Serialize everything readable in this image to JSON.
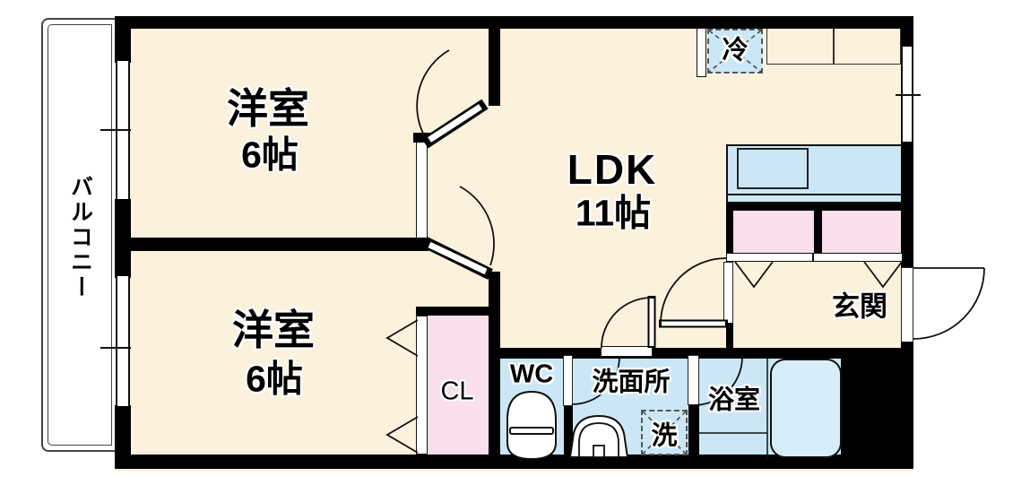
{
  "labels": {
    "balcony": "バルコニー",
    "bedroom_top": "洋室",
    "bedroom_top_size": "6帖",
    "bedroom_bottom": "洋室",
    "bedroom_bottom_size": "6帖",
    "ldk": "LDK",
    "ldk_size": "11帖",
    "entrance": "玄関",
    "bathroom": "浴室",
    "washroom": "洗面所",
    "wc": "WC",
    "closet": "CL",
    "refrigerator": "冷",
    "washing_machine": "洗"
  },
  "colors": {
    "floor": "#FBF1DC",
    "wet_area": "#CBE7F6",
    "bathtub": "#D7EEFA",
    "closet_pink": "#F9DEEB",
    "wall": "#000000",
    "outline": "#111111"
  }
}
